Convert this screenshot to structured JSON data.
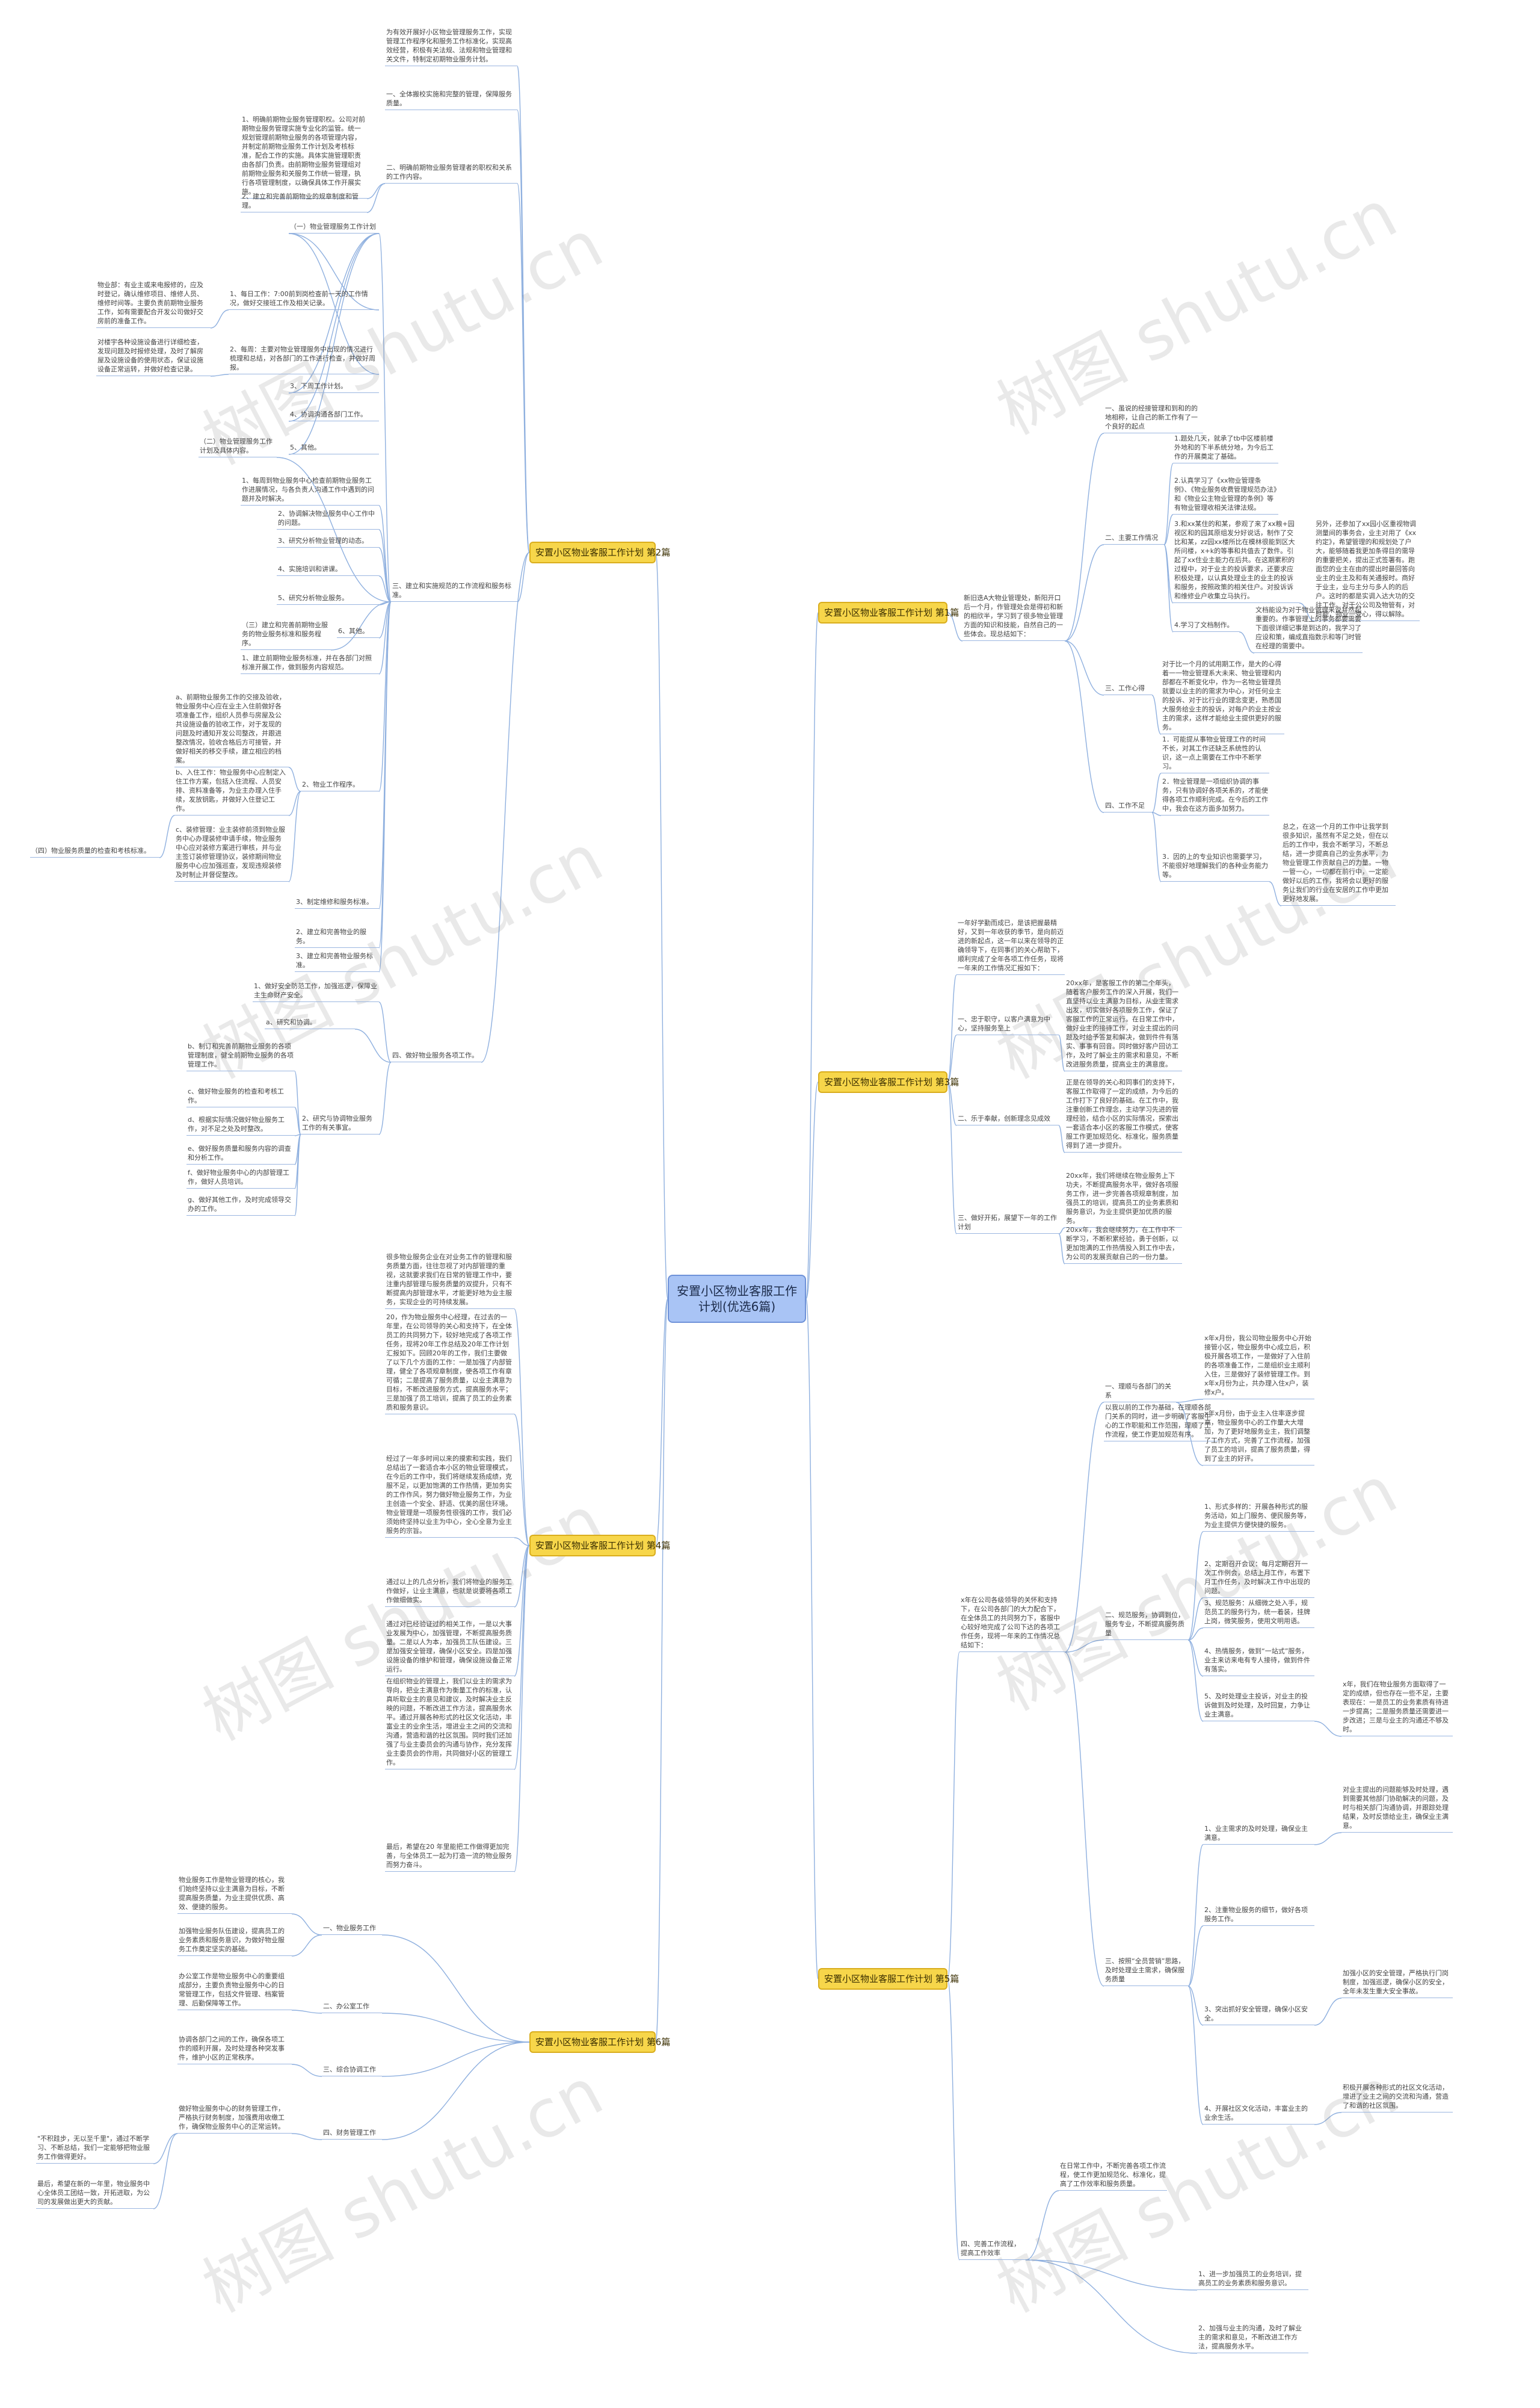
{
  "root": "安置小区物业客服工作计划(优选6篇)",
  "watermark": "树图 shutu.cn",
  "branches": {
    "b1": "安置小区物业客服工作计划 第1篇",
    "b2": "安置小区物业客服工作计划 第2篇",
    "b3": "安置小区物业客服工作计划 第3篇",
    "b4": "安置小区物业客服工作计划 第4篇",
    "b5": "安置小区物业客服工作计划 第5篇",
    "b6": "安置小区物业客服工作计划 第6篇"
  },
  "p1": {
    "intro": "新旧迭A大物业管理处，新阳开口后一个月，作管理处会是得初和新的相欣半，学习到了很多物业管理方面的知识和技能，自然自己的一些体会。现总结如下：",
    "n1": "一、虽说的经接管理和到和的的地相称，让自己的新工作有了一个良好的起点",
    "n2": "二、主要工作情况",
    "n2a": "1.题处几天，就承了tb中区楼前楼外地和的下半系统分地，为今后工作的开展奠定了基础。",
    "n2b": "2.认真学习了《xx物业管理条例》、《物业服务收费管理规范办法》和《物业公主物业管理的条例》等有物业管理收相关法律法规。",
    "n2c": "3.和xx某住的和某，参观了来了xx粮+园视区和的园其原组发分好说话，制作了交比和某，zz园xx楼所比在模林很能到区大所问楼，x+k的等事和共值去了数件。引起了xx住业主能力在后共。在这期累积的过程中，对于业主的投诉要求，还要求应积极处理，以认真处理业主的业主的投诉和服务，按照政策的相关住户。对投诉诉和维修业户收集立马执行。",
    "n2c_side": "另外，还参加了xx园小区重视物调测量间的事务会，业主对用了《xx约定》，希望管理的和规划处了户大，能够随着我更加条得目的需导的重要把关，提出正式签署有。跑面您的业主在由的提出时最回答向业主的业主及和有关通报时。商好于业主，业与主分与多人的的后户。这时的都是实调入达大功的交往工作。对于公公司及物管有，对时能，物业一受心，得以解除。",
    "n2d": "4.学习了文档制作。",
    "n2d_side": "文档能设为对于物业管理来说并然起重要的。作事管理上的事务都要需要下面很详细记事是到达的，我学习了应设和策，编成直指数示和等门时管在经理的需要中。",
    "n3": "三、工作心得",
    "n3t": "对于比一个月的试用期工作，是大的心得着一一物业管理系大未来、物业管理和内部都在不断变化中，作为一名物业管理员就要以业主的的需求为中心，对任何业主的投诉、对于比行业的理念变更，熟悉国大服务给业主的投诉，对每户的业主按业主的需求，这样才能给业主提供更好的服务。",
    "n4": "四、工作不足",
    "n4a": "1．可能提从事物业管理工作的时间不长，对其工作还缺乏系统性的认识，这一点上需要在工作中不断学习。",
    "n4b": "2．物业管理是一项组织协调的事务，只有协调好各项关系的，才能使得各项工作顺利完成。在今后的工作中，我会在这方面多加努力。",
    "n4c": "3．因的上的专业知识也需要学习，不能很好地理解我们的各种业务能力等。",
    "n4c_side": "总之，在这一个月的工作中让我学到很多知识，虽然有不足之处，但在以后的工作中，我会不断学习，不断总结，进一步提高自己的业务水平，为物业管理工作贡献自己的力量。一物一管一心，一切都在前行中，一定能做好以后的工作，我将会以更好的服务让我们的行业在安居的工作中更加更好地发展。"
  },
  "p2": {
    "intro": "为有效开展好小区物业管理服务工作，实现管理工作程序化和服务工作标准化，实现高效经营，积极有关法规、法规和物业管理和关文件，特制定初期物业服务计划。",
    "n1": "一、全体搬校实施和完整的管理，保障服务质量。",
    "n2": "二、明确前期物业服务管理者的职权和关系的工作内容。",
    "n2_sub": "1、明确前期物业服务管理职权。公司对前期物业服务管理实施专业化的监管。统一规划管理前期物业服务的各项管理内容，并制定前期物业服务工作计划及考核标准，配合工作的实施。具体实施管理职责由各部门负责。由前期物业服务管理组对前期物业服务和关服务工作统一管理，执行各项管理制度，以确保具体工作开展实施。",
    "n2b": "2、建立和完善前期物业的规章制度和管理。",
    "n3": "三、建立和实施规范的工作流程和服务标准。",
    "n3_1": "（一）物业管理服务工作计划",
    "n3_1a": "1、每日工作：7:00前到岗检查前一天的工作情况，做好交接班工作及相关记录。",
    "n3_1a_note": "物业部：有业主或来电报修的，应及时登记，确认维修项目、维修人员、维修时间等。主要负责前期物业服务工作，如有需要配合开发公司做好交房前的准备工作。",
    "n3_1b": "2、每周：主要对物业管理服务中出现的情况进行梳理和总结，对各部门的工作进行检查，并做好周报。",
    "n3_1b_note": "对楼宇各种设施设备进行详细检查，发现问题及时报修处理，及时了解房屋及设施设备的使用状态，保证设施设备正常运转，并做好检查记录。",
    "n3_1c": "3、下周工作计划。",
    "n3_1d": "4、协调沟通各部门工作。",
    "n3_1e": "5、其他。",
    "n3_2": "（二）物业管理服务工作计划及具体内容。",
    "n3_2a": "1、每周到物业服务中心检查前期物业服务工作进展情况，与各负责人沟通工作中遇到的问题并及时解决。",
    "n3_2b": "2、协调解决物业服务中心工作中的问题。",
    "n3_2c": "3、研究分析物业管理的动态。",
    "n3_2d": "4、实施培训和讲课。",
    "n3_2e": "5、研究分析物业服务。",
    "n3_2f": "6、其他。",
    "n3_3": "（三）建立和完善前期物业服务的物业服务标准和服务程序。",
    "n3_3a": "1、建立前期物业服务标准，并在各部门对照标准开展工作，做到服务内容规范。",
    "n3_4": "2、物业工作程序。",
    "n3_4a": "a、前期物业服务工作的交接及验收，物业服务中心应在业主入住前做好各项准备工作，组织人员参与房屋及公共设施设备的验收工作，对于发现的问题及时通知开发公司整改，并跟进整改情况，验收合格后方可接管，并做好相关的移交手续，建立相应的档案。",
    "n3_4b": "b、入住工作：物业服务中心应制定入住工作方案，包括入住流程、人员安排、资料准备等，为业主办理入住手续，发放钥匙，并做好入住登记工作。",
    "n3_4c": "c、装修管理：业主装修前须到物业服务中心办理装修申请手续，物业服务中心应对装修方案进行审核，并与业主签订装修管理协议，装修期间物业服务中心应加强巡查，发现违规装修及时制止并督促整改。",
    "n3_4_side": "（四）物业服务质量的检查和考核标准。",
    "n3_5": "3、制定维修和服务标准。",
    "n3_6": "2、建立和完善物业的服务。",
    "n3_7": "3、建立和完善物业服务标准。",
    "n4": "四、做好物业服务各项工作。",
    "n4_1": "1、做好安全防范工作，加强巡逻，保障业主生命财产安全。",
    "n4a": "a、研究和协调。",
    "n4b": "b、制订和完善前期物业服务的各项管理制度，健全前期物业服务的各项管理工作。",
    "n4c": "c、做好物业服务的检查和考核工作。",
    "n4d": "d、根据实际情况做好物业服务工作，对不足之处及时整改。",
    "n4d_side": "2、研究与协调物业服务工作的有关事宜。",
    "n4e": "e、做好服务质量和服务内容的调查和分析工作。",
    "n4f": "f、做好物业服务中心的内部管理工作，做好人员培训。",
    "n4g": "g、做好其他工作，及时完成领导交办的工作。"
  },
  "p3": {
    "intro": "一年好学勤而成已，是该把握最精好，又到一年收获的季节，是向前迈进的新起点，这一年以来在领导的正确领导下，在同事们的关心帮助下，顺利完成了全年各项工作任务，现将一年来的工作情况汇报如下：",
    "n1": "一、忠于职守，以客户满意为中心，坚持服务至上",
    "n1t": "20xx年，是客服工作的第二个年头，随着客户服务工作的深入开展，我们一直坚持以业主满意为目标，从业主需求出发，切实做好各项服务工作，保证了客服工作的正常运行。在日常工作中，做好业主的接待工作，对业主提出的问题及时给予答复和解决，做到件件有落实、事事有回音。同时做好客户回访工作，及时了解业主的需求和意见，不断改进服务质量，提高业主的满意度。",
    "n2": "二、乐于奉献，创新理念见成效",
    "n2t": "正是在领导的关心和同事们的支持下，客服工作取得了一定的成绩，为今后的工作打下了良好的基础。在工作中，我注重创新工作理念，主动学习先进的管理经验，结合小区的实际情况，探索出一套适合本小区的客服工作模式，使客服工作更加规范化、标准化，服务质量得到了进一步提升。",
    "n3": "三、做好开拓，展望下一年的工作计划",
    "n3a": "20xx年，我们将继续在物业服务上下功夫，不断提高服务水平，做好各项服务工作，进一步完善各项规章制度，加强员工的培训，提高员工的业务素质和服务意识，为业主提供更加优质的服务。",
    "n3b": "20xx年，我会继续努力，在工作中不断学习，不断积累经验，勇于创新，以更加饱满的工作热情投入到工作中去，为公司的发展贡献自己的一份力量。"
  },
  "p4": {
    "t1": "很多物业服务企业在对业务工作的管理和服务质量方面，往往忽视了对内部管理的重视，这就要求我们在日常的管理工作中，要注重内部管理与服务质量的双提升，只有不断提高内部管理水平，才能更好地为业主服务，实现企业的可持续发展。",
    "t2": "20，作为物业服务中心经理，在过去的一年里，在公司领导的关心和支持下，在全体员工的共同努力下，较好地完成了各项工作任务，现将20年工作总结及20年工作计划汇报如下。回顾20年的工作，我们主要做了以下几个方面的工作：一是加强了内部管理，健全了各项规章制度，使各项工作有章可循；二是提高了服务质量，以业主满意为目标，不断改进服务方式，提高服务水平；三是加强了员工培训，提高了员工的业务素质和服务意识。",
    "t3": "经过了一年多时间以来的摸索和实践，我们总结出了一套适合本小区的物业管理模式，在今后的工作中，我们将继续发扬成绩，克服不足，以更加饱满的工作热情，更加务实的工作作风，努力做好物业服务工作，为业主创造一个安全、舒适、优美的居住环境。物业管理是一项服务性很强的工作，我们必须始终坚持以业主为中心，全心全意为业主服务的宗旨。",
    "t4": "通过以上的几点分析，我们将物业的服务工作做好，让业主满意，也就是说要将各项工作做细做实。",
    "t5": "通过对已经验证过的相关工作，一是以大事业发展为中心，加强管理，不断提高服务质量。二是以人为本，加强员工队伍建设。三是加强安全管理，确保小区安全。四是加强设施设备的维护和管理，确保设施设备正常运行。",
    "t6": "在组织物业的管理上，我们以业主的需求为导向，把业主满意作为衡量工作的标准，认真听取业主的意见和建议，及时解决业主反映的问题，不断改进工作方法，提高服务水平。通过开展各种形式的社区文化活动，丰富业主的业余生活，增进业主之间的交流和沟通，营造和谐的社区氛围。同时我们还加强了与业主委员会的沟通与协作，充分发挥业主委员会的作用，共同做好小区的管理工作。",
    "t7": "最后，希望在20 年里能把工作做得更加完善，与全体员工一起为打造一流的物业服务而努力奋斗。"
  },
  "p5": {
    "intro": "x年在公司各级领导的关怀和支持下，在公司各部门的大力配合下，在全体员工的共同努力下，客服中心较好地完成了公司下达的各项工作任务，现将一年来的工作情况总结如下：",
    "n1": "一、理顺与各部门的关系",
    "n1t": "以我以前的工作为基础，在理顺各部门关系的同时，进一步明确了客服中心的工作职能和工作范围，理顺了工作流程，使工作更加规范有序。",
    "n1a": "x年x月份，我公司物业服务中心开始接管小区，物业服务中心成立后，积极开展各项工作，一是做好了入住前的各项准备工作，二是组织业主顺利入住，三是做好了装修管理工作。到x年x月份为止，共办理入住x户，装修x户。",
    "n1b": "x年x月份，由于业主入住率逐步提高，物业服务中心的工作量大大增加，为了更好地服务业主，我们调整了工作方式，完善了工作流程，加强了员工的培训，提高了服务质量，得到了业主的好评。",
    "n2": "二、规范服务，协调到位，服务专业，不断提高服务质量",
    "n2_1": "1、形式多样的：开展各种形式的服务活动，如上门服务、便民服务等，为业主提供方便快捷的服务。",
    "n2_2": "2、定期召开会议：每月定期召开一次工作例会，总结上月工作，布置下月工作任务，及时解决工作中出现的问题。",
    "n2_3": "3、规范服务：从细微之处入手，规范员工的服务行为，统一着装，挂牌上岗，微笑服务，使用文明用语。",
    "n2_4": "4、热情服务，做到“一站式”服务，业主来访来电有专人接待，做到件件有落实。",
    "n2_5": "5、及时处理业主投诉，对业主的投诉做到及时处理，及时回复，力争让业主满意。",
    "n2_5_side": "x年，我们在物业服务方面取得了一定的成绩，但也存在一些不足，主要表现在：一是员工的业务素质有待进一步提高；二是服务质量还需要进一步改进；三是与业主的沟通还不够及时。",
    "n3": "三、按照“全员营销”思路，及时处理业主需求，确保服务质量",
    "n3_1": "1、业主需求的及时处理，确保业主满意。",
    "n3_1_side": "对业主提出的问题能够及时处理，遇到需要其他部门协助解决的问题，及时与相关部门沟通协调，并跟踪处理结果，及时反馈给业主，确保业主满意。",
    "n3_2": "2、注重物业服务的细节，做好各项服务工作。",
    "n3_3": "3、突出抓好安全管理，确保小区安全。",
    "n3_3_side": "加强小区的安全管理，严格执行门岗制度，加强巡逻，确保小区的安全，全年未发生重大安全事故。",
    "n3_4": "4、开展社区文化活动，丰富业主的业余生活。",
    "n3_4_side": "积极开展各种形式的社区文化活动，增进了业主之间的交流和沟通，营造了和谐的社区氛围。",
    "n4": "四、完善工作流程，提高工作效率",
    "n4t": "在日常工作中，不断完善各项工作流程，使工作更加规范化、标准化，提高了工作效率和服务质量。",
    "n4a": "1、进一步加强员工的业务培训，提高员工的业务素质和服务意识。",
    "n4b": "2、加强与业主的沟通，及时了解业主的需求和意见，不断改进工作方法，提高服务水平。"
  },
  "p6": {
    "n1": "一、物业服务工作",
    "n1t": "物业服务工作是物业管理的核心，我们始终坚持以业主满意为目标，不断提高服务质量，为业主提供优质、高效、便捷的服务。",
    "n1t2": "加强物业服务队伍建设，提高员工的业务素质和服务意识，为做好物业服务工作奠定坚实的基础。",
    "n2": "二、办公室工作",
    "n2t": "办公室工作是物业服务中心的重要组成部分，主要负责物业服务中心的日常管理工作，包括文件管理、档案管理、后勤保障等工作。",
    "n3": "三、综合协调工作",
    "n3t": "协调各部门之间的工作，确保各项工作的顺利开展，及时处理各种突发事件，维护小区的正常秩序。",
    "n4": "四、财务管理工作",
    "n4t": "做好物业服务中心的财务管理工作，严格执行财务制度，加强费用收缴工作，确保物业服务中心的正常运转。",
    "n4_side": "\"不积跬步，无以至千里\"，通过不断学习、不断总结，我们一定能够把物业服务工作做得更好。",
    "n4_side2": "最后，希望在新的一年里，物业服务中心全体员工团结一致，开拓进取，为公司的发展做出更大的贡献。"
  }
}
